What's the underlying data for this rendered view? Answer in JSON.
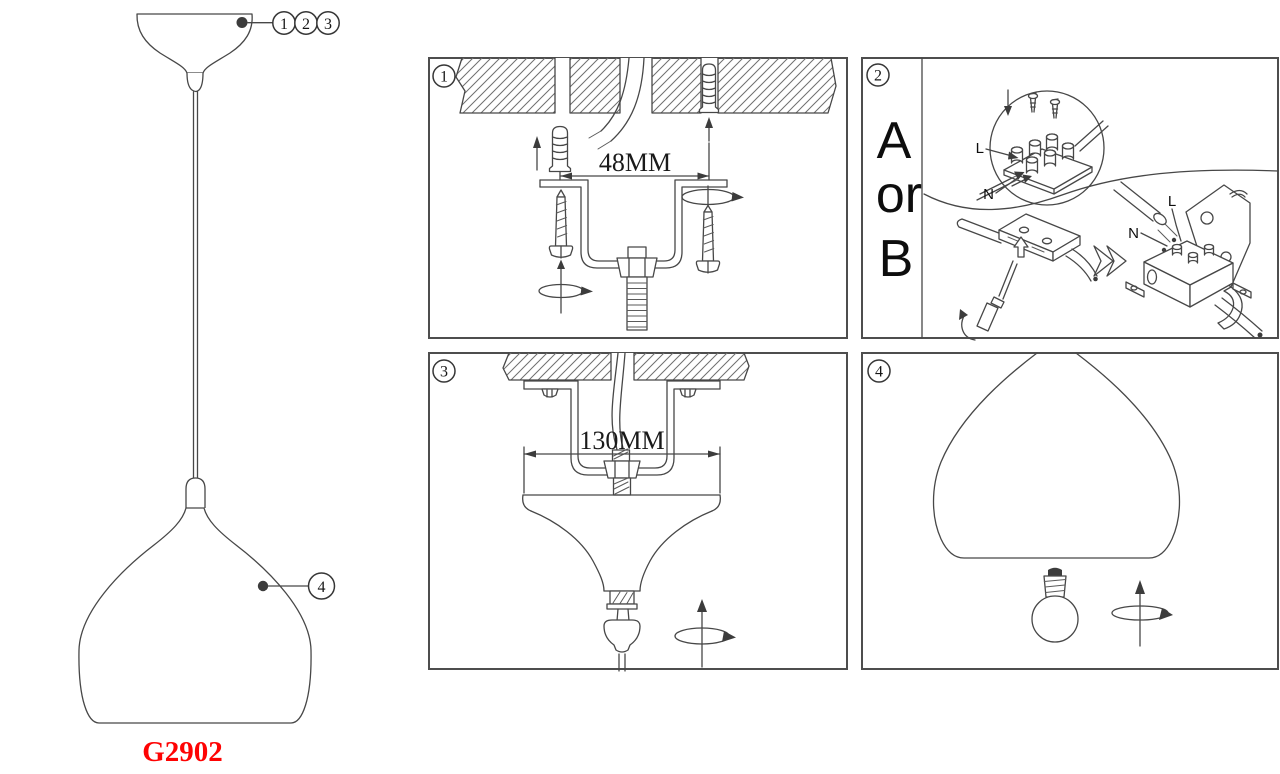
{
  "product": {
    "code": "G2902"
  },
  "colors": {
    "code_red": "#fe0303",
    "line": "#474747"
  },
  "figure": {
    "callouts_top": [
      "1",
      "2",
      "3"
    ],
    "callout_shade": "4"
  },
  "panels": {
    "step1": {
      "number": "1",
      "dimension": "48MM"
    },
    "step2": {
      "number": "2",
      "option_a": "A",
      "conjunction": "or",
      "option_b": "B",
      "live": "L",
      "neutral": "N"
    },
    "step3": {
      "number": "3",
      "dimension": "130MM"
    },
    "step4": {
      "number": "4"
    }
  }
}
